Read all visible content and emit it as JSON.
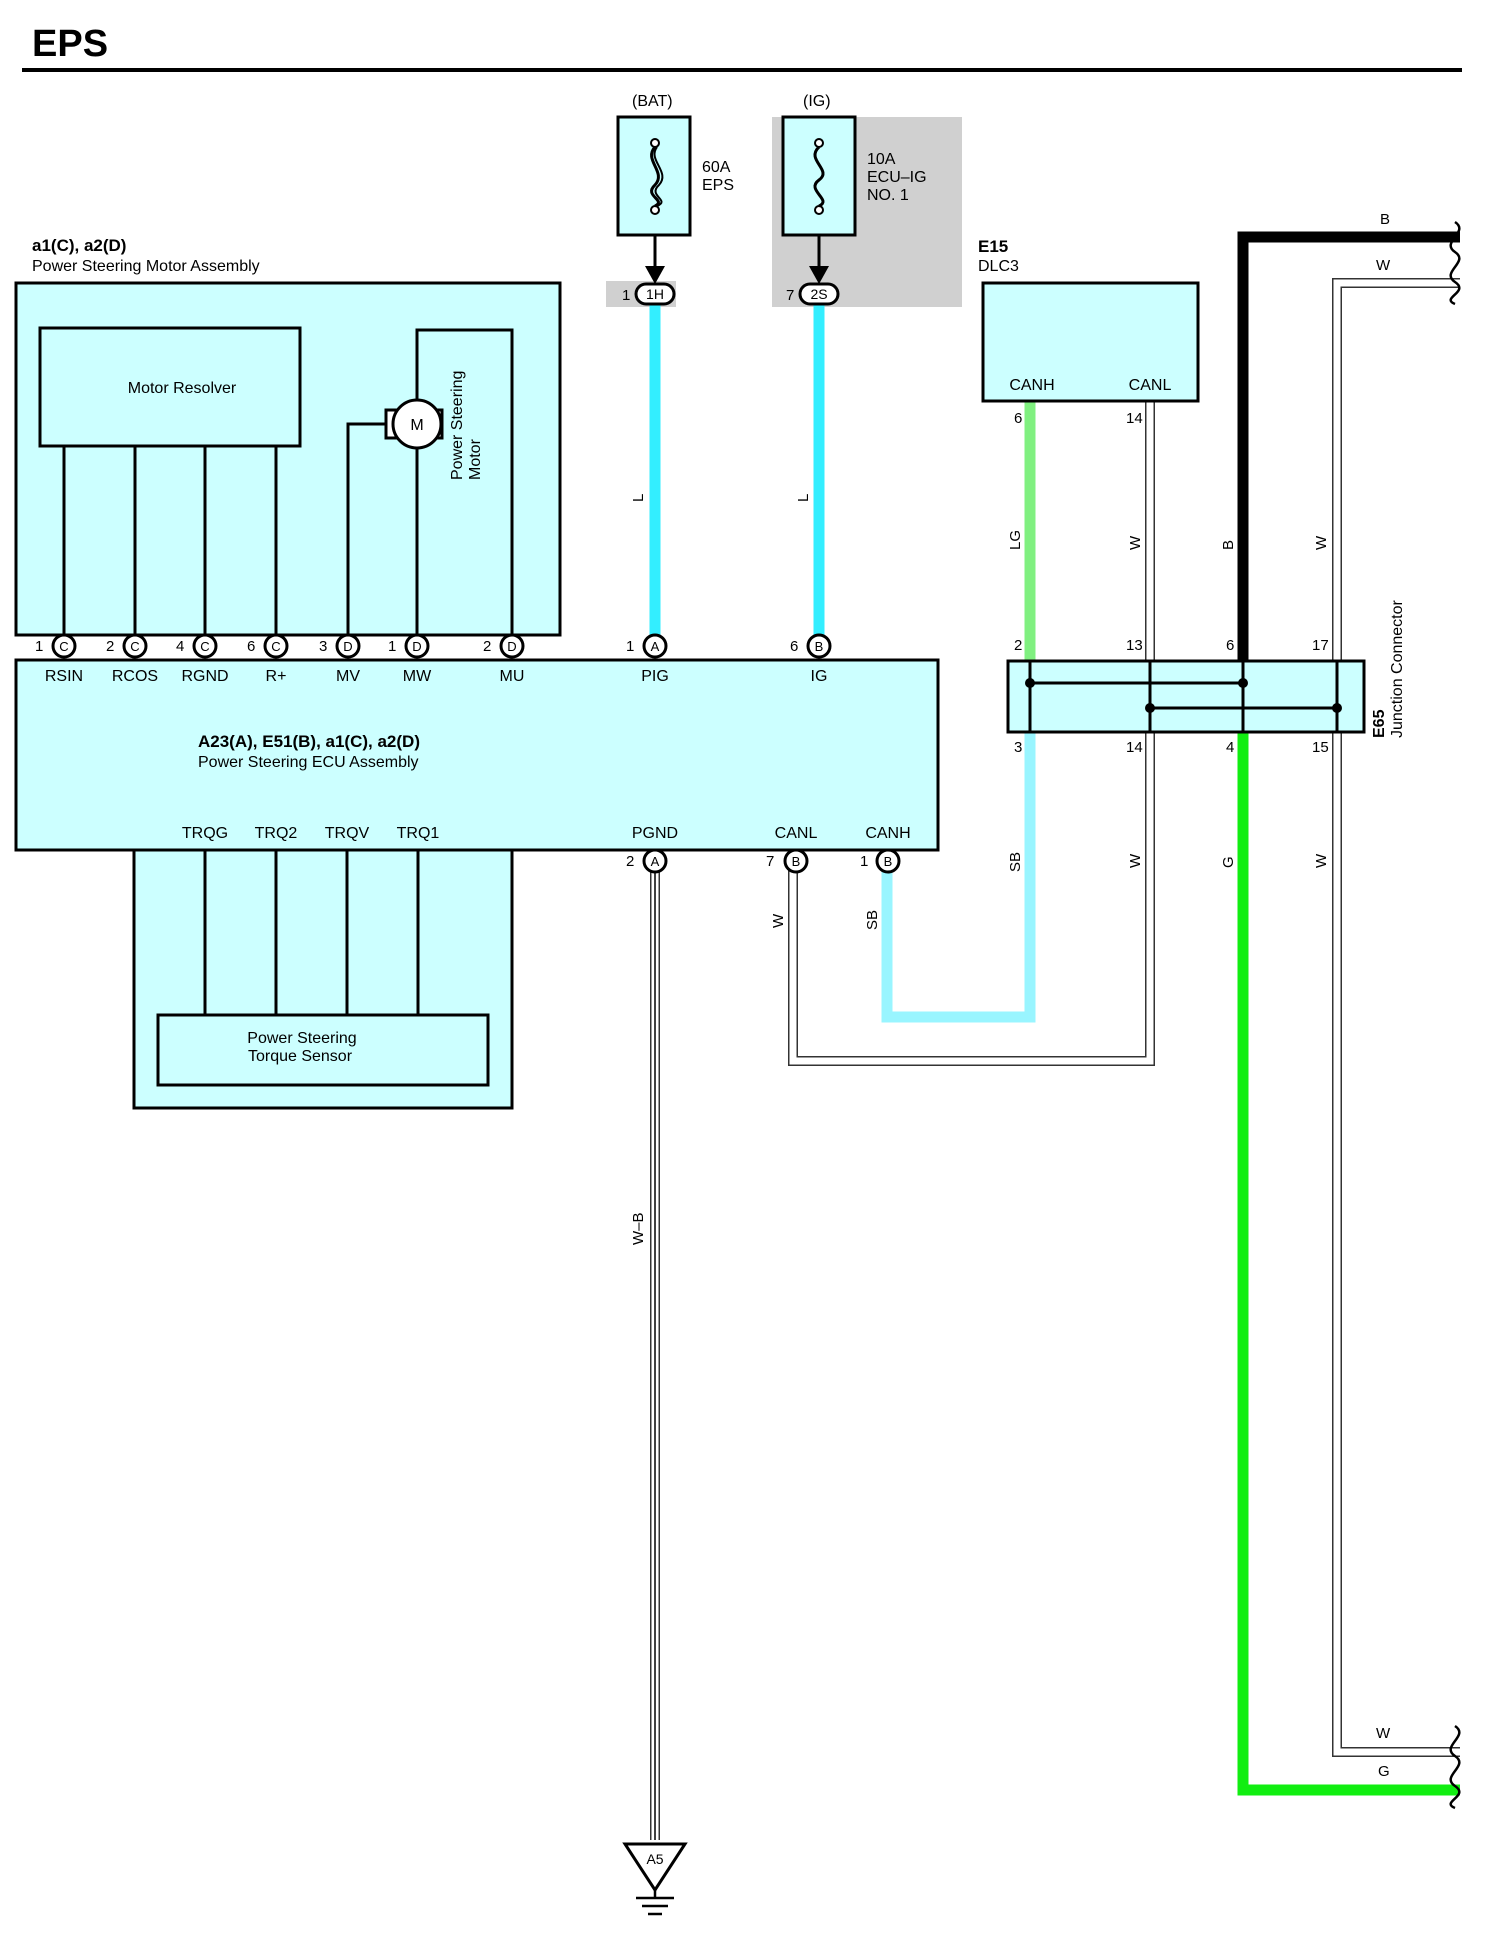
{
  "title": "EPS",
  "colors": {
    "component_fill": "#ccffff",
    "wire_l": "#33eeff",
    "wire_sb": "#99f5ff",
    "wire_lg": "#80f080",
    "wire_g": "#11ee11",
    "wire_b": "#000000",
    "wire_w": "#ffffff",
    "fuse_highlight": "#d0d0d0"
  },
  "fuses": {
    "bat": {
      "source": "(BAT)",
      "rating": "60A",
      "name": "EPS",
      "connector_pin": "1",
      "connector": "1H"
    },
    "ig": {
      "source": "(IG)",
      "rating": "10A",
      "name": "ECU–IG",
      "name2": "NO. 1",
      "connector_pin": "7",
      "connector": "2S"
    }
  },
  "motor_assembly": {
    "code": "a1(C), a2(D)",
    "name": "Power Steering Motor Assembly",
    "resolver": "Motor Resolver",
    "motor_symbol": "M",
    "motor_label_1": "Power Steering",
    "motor_label_2": "Motor"
  },
  "ecu": {
    "code": "A23(A), E51(B), a1(C), a2(D)",
    "name": "Power Steering ECU Assembly",
    "top_pins": [
      {
        "num": "1",
        "conn": "C",
        "term": "RSIN"
      },
      {
        "num": "2",
        "conn": "C",
        "term": "RCOS"
      },
      {
        "num": "4",
        "conn": "C",
        "term": "RGND"
      },
      {
        "num": "6",
        "conn": "C",
        "term": "R+"
      },
      {
        "num": "3",
        "conn": "D",
        "term": "MV"
      },
      {
        "num": "1",
        "conn": "D",
        "term": "MW"
      },
      {
        "num": "2",
        "conn": "D",
        "term": "MU"
      },
      {
        "num": "1",
        "conn": "A",
        "term": "PIG"
      },
      {
        "num": "6",
        "conn": "B",
        "term": "IG"
      }
    ],
    "bottom_terms": [
      "TRQG",
      "TRQ2",
      "TRQV",
      "TRQ1"
    ],
    "bottom_pins": [
      {
        "num": "2",
        "conn": "A",
        "term": "PGND"
      },
      {
        "num": "7",
        "conn": "B",
        "term": "CANL"
      },
      {
        "num": "1",
        "conn": "B",
        "term": "CANH"
      }
    ]
  },
  "torque_sensor": {
    "line1": "Power Steering",
    "line2": "Torque Sensor"
  },
  "dlc3": {
    "code": "E15",
    "name": "DLC3",
    "canh": "CANH",
    "canl": "CANL",
    "pin_canh": "6",
    "pin_canl": "14"
  },
  "junction": {
    "code": "E65",
    "name": "Junction Connector",
    "top_pins": [
      "2",
      "13",
      "6",
      "17"
    ],
    "bottom_pins": [
      "3",
      "14",
      "4",
      "15"
    ]
  },
  "wire_labels": {
    "l1": "L",
    "l2": "L",
    "lg": "LG",
    "w1": "W",
    "b": "B",
    "w2": "W",
    "sb1": "SB",
    "w3": "W",
    "g": "G",
    "w4": "W",
    "w5": "W",
    "sb2": "SB",
    "wb": "W–B",
    "right_b": "B",
    "right_w_top": "W",
    "right_w_bottom": "W",
    "right_g": "G"
  },
  "ground": {
    "label": "A5"
  }
}
